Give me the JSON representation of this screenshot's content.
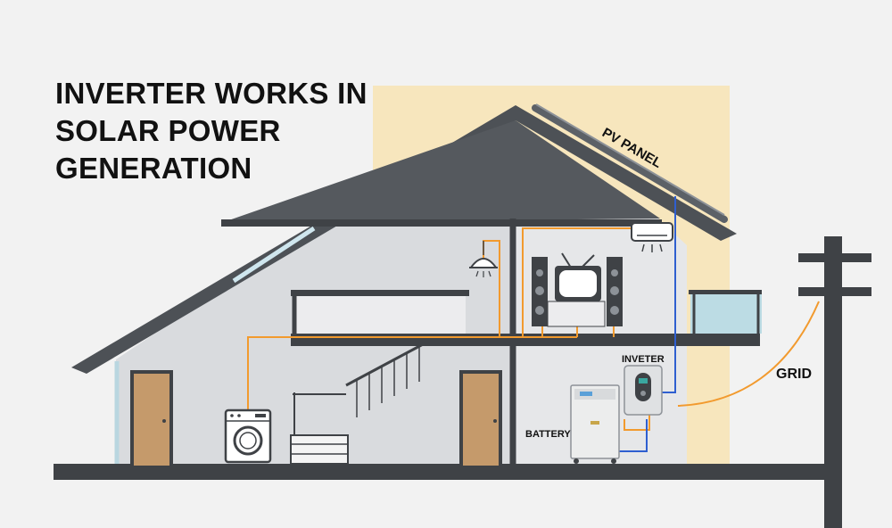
{
  "title": {
    "lines": [
      "INVERTER WORKS IN",
      "SOLAR POWER",
      "GENERATION"
    ]
  },
  "labels": {
    "pv_panel": "PV PANEL",
    "inverter": "INVETER",
    "battery": "BATTERY",
    "grid": "GRID"
  },
  "colors": {
    "ac_wire": "#f29a2e",
    "dc_wire": "#2f5fd0",
    "sun_glow": "#f7e6bd",
    "roof": "#4d5156",
    "structure": "#3f4246",
    "wall": "#d9dbde"
  },
  "icons": [
    "pv-panel-icon",
    "air-conditioner-icon",
    "pendant-lamp-icon",
    "tv-icon",
    "speaker-icon",
    "washing-machine-icon",
    "inverter-icon",
    "battery-icon",
    "utility-pole-icon",
    "door-icon",
    "staircase-icon",
    "balcony-railing-icon"
  ]
}
